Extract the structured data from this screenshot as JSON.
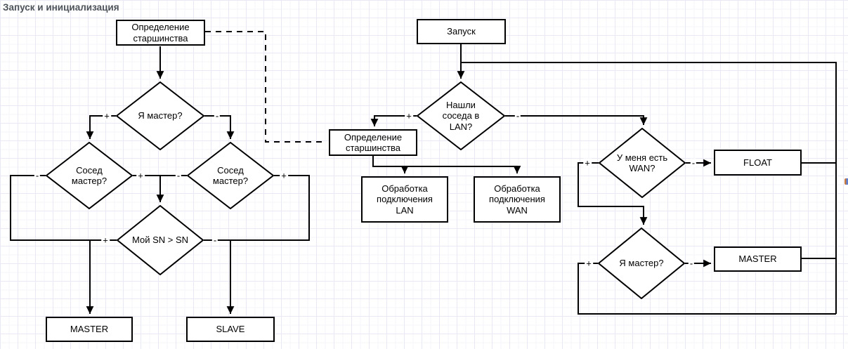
{
  "title": "Запуск и инициализация",
  "colors": {
    "node_border": "#000000",
    "node_fill": "#ffffff",
    "edge": "#000000",
    "grid_major": "#e9e9f5",
    "grid_minor": "#f5f5fb",
    "title_text": "#4d5359"
  },
  "nodes": {
    "left_seniority": "Определение\nстаршинства",
    "left_am_master": "Я мастер?",
    "left_neighbor_left": "Сосед\nмастер?",
    "left_neighbor_right": "Сосед\nмастер?",
    "left_sn_compare": "Мой SN > SN",
    "left_master": "MASTER",
    "left_slave": "SLAVE",
    "mid_start": "Запуск",
    "mid_found_lan": "Нашли\nсоседа в\nLAN?",
    "mid_seniority": "Определение\nстаршинства",
    "mid_lan_handler": "Обработка\nподключения\nLAN",
    "mid_wan_handler": "Обработка\nподключения\nWAN",
    "right_have_wan": "У меня есть\nWAN?",
    "right_float": "FLOAT",
    "right_am_master": "Я мастер?",
    "right_master": "MASTER"
  },
  "edge_labels": {
    "plus": "+",
    "minus": "-"
  }
}
